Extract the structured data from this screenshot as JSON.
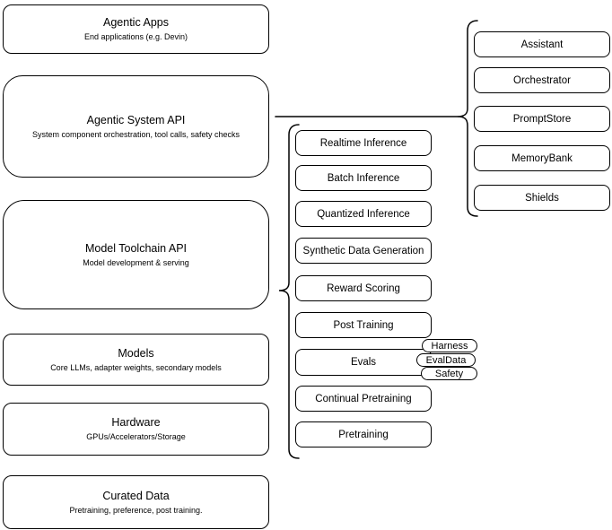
{
  "stack": [
    {
      "title": "Agentic Apps",
      "subtitle": "End applications (e.g. Devin)"
    },
    {
      "title": "Agentic System API",
      "subtitle": "System component orchestration, tool calls, safety checks"
    },
    {
      "title": "Model Toolchain API",
      "subtitle": "Model development & serving"
    },
    {
      "title": "Models",
      "subtitle": "Core LLMs, adapter weights, secondary models"
    },
    {
      "title": "Hardware",
      "subtitle": "GPUs/Accelerators/Storage"
    },
    {
      "title": "Curated Data",
      "subtitle": "Pretraining, preference, post training."
    }
  ],
  "toolchain": {
    "items": [
      "Realtime Inference",
      "Batch Inference",
      "Quantized Inference",
      "Synthetic Data Generation",
      "Reward Scoring",
      "Post Training",
      "Evals",
      "Continual Pretraining",
      "Pretraining"
    ]
  },
  "evals_tags": [
    "Harness",
    "EvalData",
    "Safety"
  ],
  "components": {
    "items": [
      "Assistant",
      "Orchestrator",
      "PromptStore",
      "MemoryBank",
      "Shields"
    ]
  },
  "colors": {
    "stroke": "#000000",
    "background": "#ffffff",
    "text": "#000000"
  }
}
